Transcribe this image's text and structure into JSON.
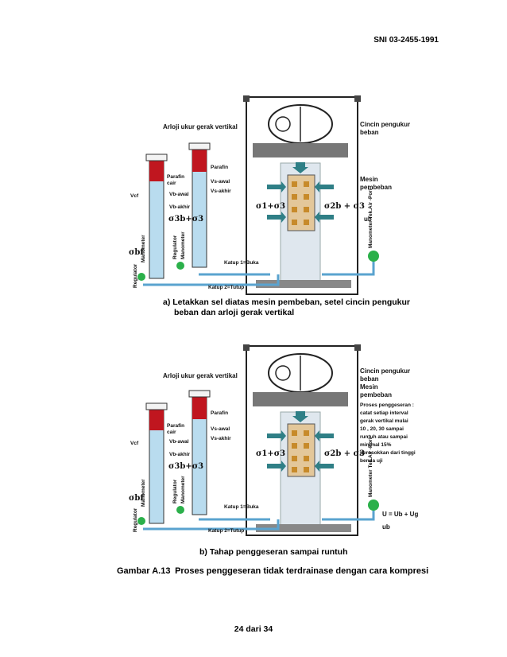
{
  "header": {
    "doc_code": "SNI 03-2455-1991"
  },
  "labels": {
    "dial": "Arloji ukur gerak vertikal",
    "ring_1": "Cincin pengukur",
    "ring_2": "beban",
    "machine_1": "Mesin",
    "machine_2": "pembeban",
    "paraffin_1": "Parafin",
    "paraffin_2": "cair",
    "vb_awal": "Vb-awal",
    "vb_akhir": "Vb-akhir",
    "vs_awal": "Vs-awal",
    "vs_akhir": "Vs-akhir",
    "vcf": "Vcf",
    "sigma_3b": "σ3b+σ3",
    "sigma_1": "σ1+σ3",
    "sigma_2": "σ2b + σ3",
    "sigma_bf": "σbf",
    "regulator": "Regulator",
    "manometer": "Manometer",
    "valve_1": "Katup 1=Buka",
    "valve_2": "Katup 2=Tutup",
    "ub": "ub",
    "pore_manometer": "Manometer Tek.Air -Pori"
  },
  "panel_a": {
    "caption_1": "a) Letakkan sel diatas mesin pembeban, setel cincin pengukur",
    "caption_2": "beban dan arloji gerak vertikal"
  },
  "panel_b": {
    "caption": "b) Tahap penggeseran sampai runtuh",
    "note_1": "Proses penggeseran :",
    "note_2": "catat setiap interval",
    "note_3": "gerak vertikal mulai",
    "note_4": "10 , 20, 30 sampai",
    "note_5": "runtuh atau sampai",
    "note_6": "minimal 15%",
    "note_7": "perosokkan dari tinggi",
    "note_8": "benda uji",
    "u_formula": "U = Ub + Ug"
  },
  "figure_caption": {
    "number": "Gambar  A.13",
    "text": "Proses penggeseran tidak terdrainase dengan cara kompresi"
  },
  "footer": {
    "page": "24 dari 34"
  },
  "colors": {
    "tube_blue": "#b9dcef",
    "paraffin_red": "#c0161f",
    "arrow_teal": "#2f7f86",
    "soil_tan": "#e3c79a",
    "valve_green": "#2bb04a"
  }
}
